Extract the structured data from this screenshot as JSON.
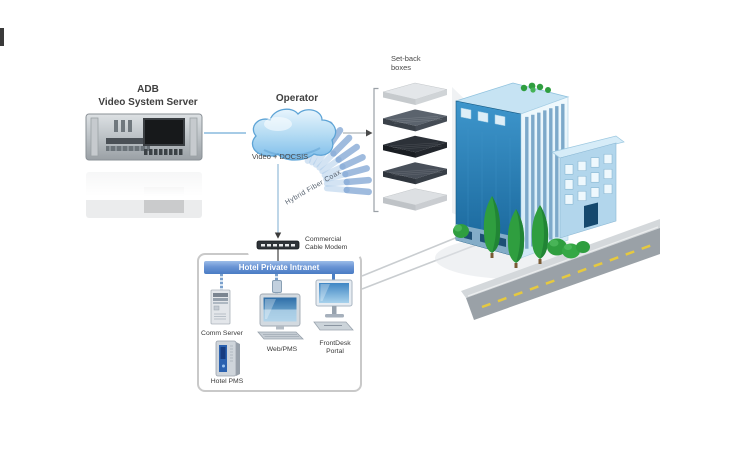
{
  "server": {
    "line1": "ADB",
    "line2": "Video System Server"
  },
  "operator": {
    "label": "Operator",
    "sublabel": "Video + DOCSIS"
  },
  "hfc_label": "Hybrid Fiber Coax",
  "setback": {
    "line1": "Set-back",
    "line2": "boxes"
  },
  "modem": {
    "line1": "Commercial",
    "line2": "Cable Modem"
  },
  "intranet": {
    "banner": "Hotel Private Intranet",
    "comm_server": "Comm Server",
    "hotel_pms": "Hotel PMS",
    "web_pms": "Web/PMS",
    "frontdesk_line1": "FrontDesk",
    "frontdesk_line2": "Portal"
  },
  "colors": {
    "cloud_fill": "#aed8f2",
    "cloud_stroke": "#5ea4d6",
    "ray_blue": "#6c96cd",
    "banner_top": "#9cbce8",
    "banner_bottom": "#4a7cc4",
    "connector_blue": "#a6cbe6",
    "connector_gray": "#9a9a9a",
    "building_dark_blue": "#176498",
    "building_light_blue": "#d8edf8",
    "tree_green": "#2f9e3f",
    "road_gray": "#9aa1a7",
    "road_dash_yellow": "#e3c53d",
    "setback_dark": "#23272d",
    "setback_light": "#dcdfe2"
  }
}
